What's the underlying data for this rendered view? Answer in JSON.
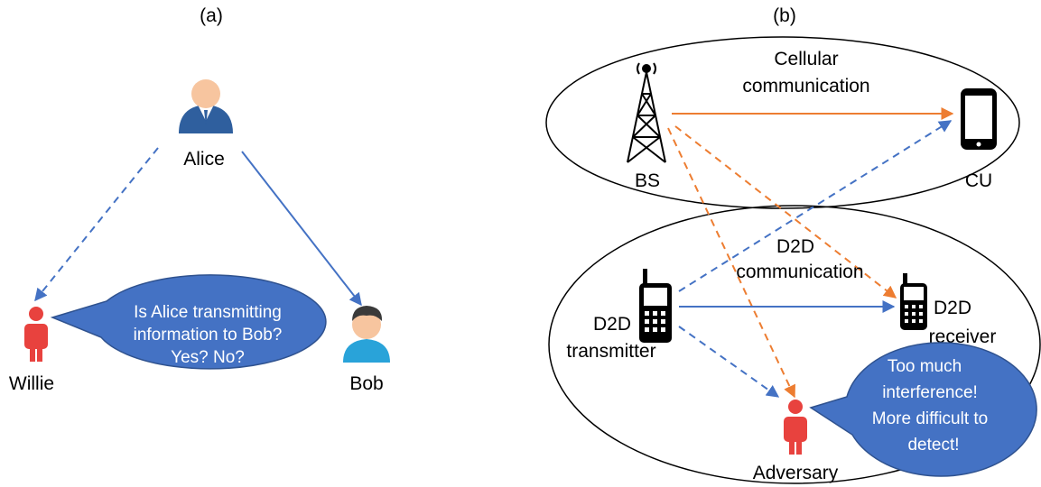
{
  "panel_a": {
    "caption": "(a)",
    "nodes": {
      "alice": "Alice",
      "willie": "Willie",
      "bob": "Bob"
    },
    "bubble": [
      "Is Alice transmitting",
      "information to Bob?",
      "Yes? No?"
    ]
  },
  "panel_b": {
    "caption": "(b)",
    "cellular_title": [
      "Cellular",
      "communication"
    ],
    "d2d_title": [
      "D2D",
      "communication"
    ],
    "nodes": {
      "bs": "BS",
      "cu": "CU",
      "d2d_tx": [
        "D2D",
        "transmitter"
      ],
      "d2d_rx": [
        "D2D",
        "receiver"
      ],
      "adversary": "Adversary"
    },
    "bubble": [
      "Too much",
      "interference!",
      "More difficult to",
      "detect!"
    ]
  },
  "colors": {
    "blue_link": "#4472c4",
    "orange_link": "#ed7d31",
    "bubble_fill": "#4472c4",
    "person_red": "#e8423e",
    "alice_suit": "#2f5f9e",
    "skin": "#f7c59f",
    "bob_shirt": "#29a3d9"
  }
}
